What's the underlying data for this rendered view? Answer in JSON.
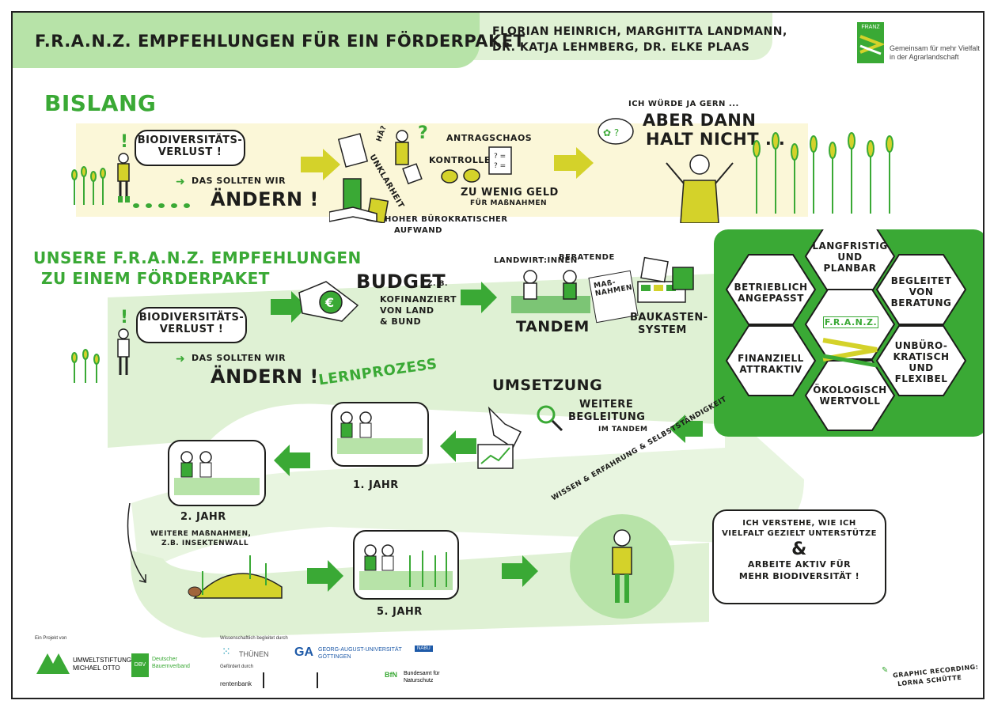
{
  "header": {
    "title": "F.R.A.N.Z. EMPFEHLUNGEN FÜR EIN FÖRDERPAKET",
    "authors_line1": "FLORIAN HEINRICH, MARGHITTA LANDMANN,",
    "authors_line2": "DR. KATJA LEHMBERG, DR. ELKE PLAAS",
    "logo_text": "FRANZ",
    "tagline_line1": "Gemeinsam für mehr Vielfalt",
    "tagline_line2": "in der Agrarlandschaft"
  },
  "bislang": {
    "heading": "BISLANG",
    "bubble_line1": "BIODIVERSITÄTS-",
    "bubble_line2": "VERLUST !",
    "note": "DAS SOLLTEN WIR",
    "note_big": "ÄNDERN !",
    "ha": "HÄ?",
    "unklarheit": "UNKLARHEIT",
    "antragschaos": "ANTRAGSCHAOS",
    "kontrolle": "KONTROLLE",
    "zu_wenig_geld": "ZU WENIG GELD",
    "fuer_massnahmen": "FÜR MAßNAHMEN",
    "hoher": "HOHER BÜROKRATISCHER",
    "aufwand": "AUFWAND",
    "wuerde_gern": "ICH WÜRDE JA GERN ...",
    "aber_dann": "ABER DANN",
    "halt_nicht": "HALT NICHT ..."
  },
  "empfehlungen": {
    "heading_line1": "UNSERE F.R.A.N.Z. EMPFEHLUNGEN",
    "heading_line2": "ZU EINEM FÖRDERPAKET",
    "bubble_line1": "BIODIVERSITÄTS-",
    "bubble_line2": "VERLUST !",
    "note": "DAS SOLLTEN WIR",
    "note_big": "ÄNDERN !",
    "budget": "BUDGET",
    "zb": "Z. B.",
    "kofinanziert": "KOFINANZIERT",
    "von_land": "VON LAND",
    "und_bund": "& BUND",
    "landwirt": "LANDWIRT:INNEN",
    "beratende": "BERATENDE",
    "massnahmen": "MAß-NAHMEN",
    "tandem": "TANDEM",
    "baukasten": "BAUKASTEN-",
    "system": "SYSTEM"
  },
  "hexagons": {
    "center": "F.R.A.N.Z.",
    "items": [
      "LANGFRISTIG UND PLANBAR",
      "BETRIEBLICH ANGEPASST",
      "BEGLEITET VON BERATUNG",
      "FINANZIELL ATTRAKTIV",
      "UNBÜRO-KRATISCH UND FLEXIBEL",
      "ÖKOLOGISCH WERTVOLL"
    ]
  },
  "prozess": {
    "lernprozess": "LERNPROZESS",
    "umsetzung": "UMSETZUNG",
    "weitere": "WEITERE",
    "begleitung": "BEGLEITUNG",
    "im_tandem": "IM TANDEM",
    "jahr1": "1. JAHR",
    "jahr2": "2. JAHR",
    "jahr5": "5. JAHR",
    "weitere_massnahmen": "WEITERE MAßNAHMEN,",
    "zb_insektenwall": "Z.B. INSEKTENWALL",
    "wissen": "WISSEN & ERFAHRUNG & SELBSTSTÄNDIGKEIT",
    "final_line1": "ICH VERSTEHE, WIE ICH",
    "final_line2": "VIELFALT GEZIELT UNTERSTÜTZE",
    "final_amp": "&",
    "final_line3": "ARBEITE AKTIV FÜR",
    "final_line4": "MEHR BIODIVERSITÄT !"
  },
  "footer": {
    "projekt_von": "Ein Projekt von",
    "umweltstiftung_line1": "UMWELTSTIFTUNG",
    "umweltstiftung_line2": "MICHAEL OTTO",
    "dbv_line1": "Deutscher",
    "dbv_line2": "Bauernverband",
    "dbv_abbr": "DBV",
    "wiss": "Wissenschaftlich begleitet durch",
    "thuenen": "THÜNEN",
    "goettingen_line1": "GEORG-AUGUST-UNIVERSITÄT",
    "goettingen_line2": "GÖTTINGEN",
    "nabu": "NABU",
    "gefoerdert": "Gefördert durch",
    "rentenbank": "rentenbank",
    "bfn_line1": "Bundesamt für",
    "bfn_line2": "Naturschutz",
    "bfn_abbr": "BfN",
    "recording_line1": "GRAPHIC RECORDING:",
    "recording_line2": "LORNA SCHÜTTE"
  },
  "colors": {
    "green": "#3aa935",
    "light_green": "#b7e3a8",
    "pale_green": "#dff1d4",
    "yellow": "#d4d22a",
    "pale_yellow": "#fbf7d8"
  }
}
